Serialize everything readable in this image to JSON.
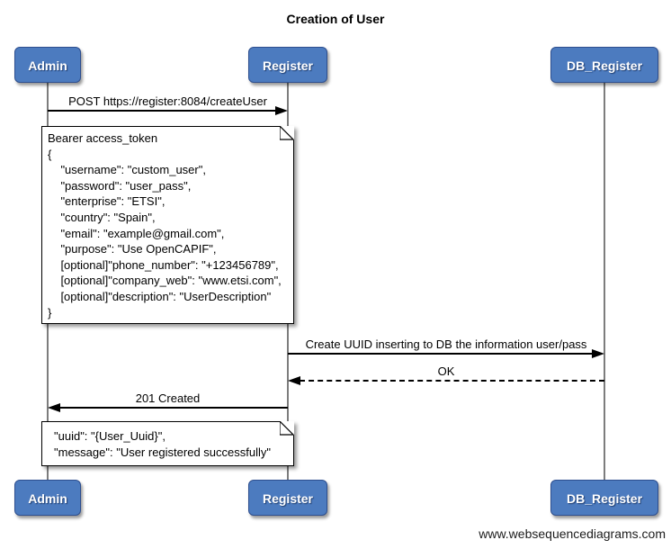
{
  "title": "Creation of User",
  "watermark": "www.websequencediagrams.com",
  "actors": [
    {
      "id": "admin",
      "label": "Admin"
    },
    {
      "id": "register",
      "label": "Register"
    },
    {
      "id": "db_register",
      "label": "DB_Register"
    }
  ],
  "messages": [
    {
      "from": "Admin",
      "to": "Register",
      "style": "solid",
      "label": "POST https://register:8084/createUser"
    },
    {
      "from": "Register",
      "to": "DB_Register",
      "style": "solid",
      "label": "Create UUID inserting to DB the information user/pass"
    },
    {
      "from": "DB_Register",
      "to": "Register",
      "style": "dashed",
      "label": "OK"
    },
    {
      "from": "Register",
      "to": "Admin",
      "style": "solid",
      "label": "201 Created"
    }
  ],
  "notes": [
    {
      "attached_to": "Admin,Register",
      "text": "Bearer access_token\n{\n    \"username\": \"custom_user\",\n    \"password\": \"user_pass\",\n    \"enterprise\": \"ETSI\",\n    \"country\": \"Spain\",\n    \"email\": \"example@gmail.com\",\n    \"purpose\": \"Use OpenCAPIF\",\n    [optional]\"phone_number\": \"+123456789\",\n    [optional]\"company_web\": \"www.etsi.com\",\n    [optional]\"description\": \"UserDescription\"\n}"
    },
    {
      "attached_to": "Admin,Register",
      "text": "\"uuid\": \"{User_Uuid}\",\n\"message\": \"User registered successfully\""
    }
  ],
  "colors": {
    "actor_fill": "#4c7bbf",
    "actor_border": "#2e4f8f",
    "actor_text": "#ffffff",
    "message_line": "#000000",
    "lifeline": "#7d7d7d",
    "note_fill": "#ffffff",
    "background": "#ffffff"
  }
}
